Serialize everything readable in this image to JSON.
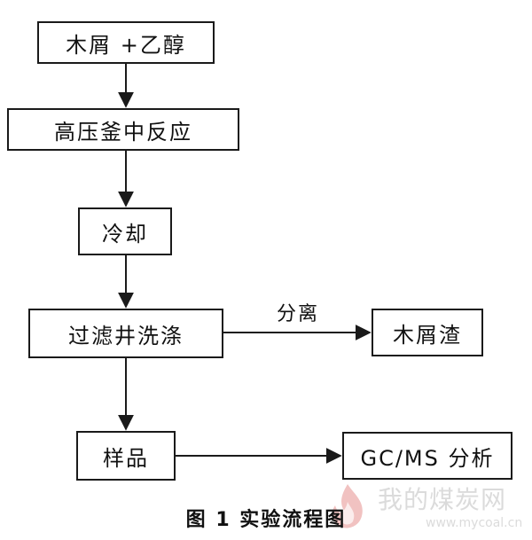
{
  "nodes": {
    "wood_ethanol": "木屑 +乙醇",
    "autoclave": "高压釜中反应",
    "cooling": "冷却",
    "filter_wash": "过滤井洗涤",
    "residue": "木屑渣",
    "sample": "样品",
    "gcms": "GC/MS 分析"
  },
  "edge_labels": {
    "separation": "分离"
  },
  "caption": "图 1  实验流程图",
  "watermark": {
    "text": "我的煤炭网",
    "url": "www.mycoal.cn"
  },
  "colors": {
    "line": "#1a1a1a",
    "background": "#ffffff",
    "watermark": "#9a9a9a"
  }
}
